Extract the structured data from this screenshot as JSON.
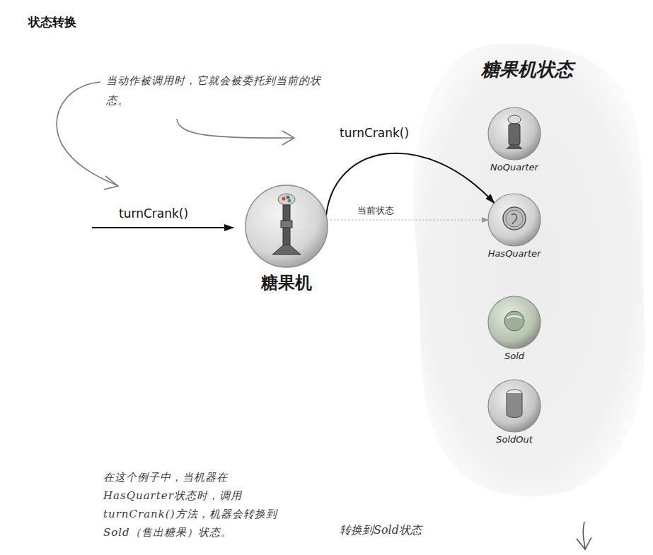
{
  "diagram": {
    "title": "状态转换",
    "nodes": [
      {
        "text": [
          "糖果机"
        ]
      },
      {
        "text": [
          "糖果机状态"
        ]
      },
      {
        "text": [
          "NoQuarter"
        ],
        "in": 1
      },
      {
        "text": [
          "HasQuarter"
        ],
        "in": 1
      },
      {
        "text": [
          "Sold"
        ],
        "in": 1
      },
      {
        "text": [
          "SoldOut"
        ],
        "in": 1
      }
    ],
    "edges": [
      {
        "from": 0,
        "to": 3,
        "arrow": "to",
        "label": "turnCrank()"
      },
      {
        "from": 0,
        "to": 3,
        "arrow": "to",
        "label": "当前状态"
      }
    ],
    "labels": [
      "当动作被调用时，它就会被委托到当前的状态。",
      "turnCrank()",
      "在这个例子中，当机器在HasQuarter状态时，调用turnCrank()方法，机器会转换到Sold（售出糖果）状态。",
      "转换到Sold状态"
    ]
  }
}
